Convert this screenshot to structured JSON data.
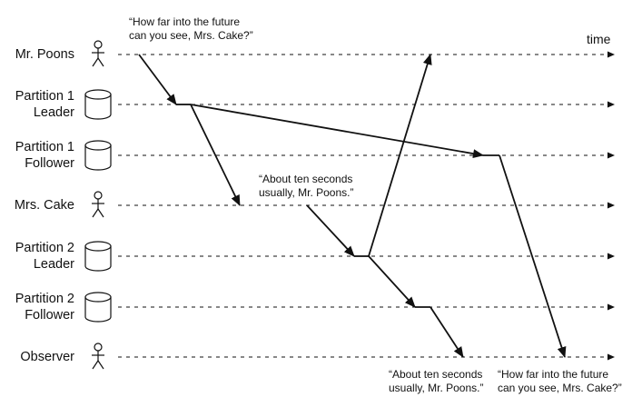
{
  "time_label": "time",
  "lanes": [
    {
      "label_lines": [
        "Mr. Poons"
      ],
      "icon": "stick-figure-icon"
    },
    {
      "label_lines": [
        "Partition 1",
        "Leader"
      ],
      "icon": "database-cylinder-icon"
    },
    {
      "label_lines": [
        "Partition 1",
        "Follower"
      ],
      "icon": "database-cylinder-icon"
    },
    {
      "label_lines": [
        "Mrs. Cake"
      ],
      "icon": "stick-figure-icon"
    },
    {
      "label_lines": [
        "Partition 2",
        "Leader"
      ],
      "icon": "database-cylinder-icon"
    },
    {
      "label_lines": [
        "Partition 2",
        "Follower"
      ],
      "icon": "database-cylinder-icon"
    },
    {
      "label_lines": [
        "Observer"
      ],
      "icon": "stick-figure-icon"
    }
  ],
  "quotes": {
    "poons_question": [
      "“How far into the future",
      "can you see, Mrs. Cake?”"
    ],
    "cake_answer": [
      "“About ten seconds",
      "usually, Mr. Poons.”"
    ],
    "observer_answer": [
      "“About ten seconds",
      "usually, Mr. Poons.”"
    ],
    "observer_question": [
      "“How far into the future",
      "can you see, Mrs. Cake?”"
    ]
  }
}
